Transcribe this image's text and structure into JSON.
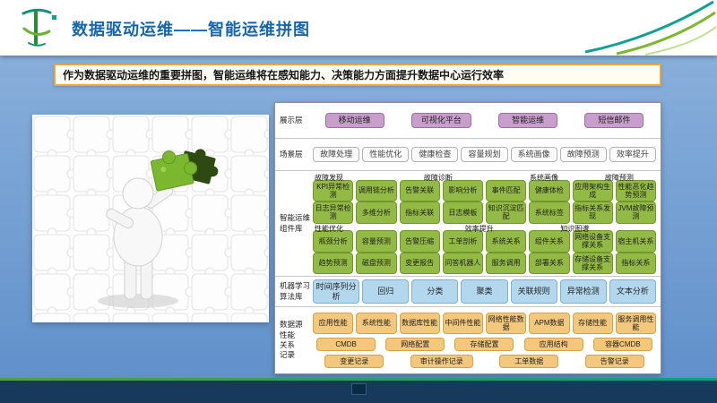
{
  "page": {
    "title": "数据驱动运维——智能运维拼图",
    "subtitle": "作为数据驱动运维的重要拼图，智能运维将在感知能力、决策能力方面提升数据中心运行效率"
  },
  "colors": {
    "title_blue": "#1566aa",
    "bg_top": "#8fb4de",
    "bg_bottom": "#5e8ec9",
    "banner_border": "#e8a93c",
    "banner_bg": "#fffdf2",
    "purple_btn_bg": "#c79fca",
    "purple_btn_border": "#9c6fa3",
    "plain_btn_bg": "#fafafa",
    "plain_btn_border": "#b3b3b3",
    "green_btn_bg": "#92ba45",
    "green_btn_border": "#71962c",
    "blue_btn_bg": "#b3d8ee",
    "blue_btn_border": "#7eb0d5",
    "orange_btn_bg": "#f3c87d",
    "orange_btn_border": "#d7a244",
    "footer_bar": "#16395c",
    "accent_green": "#7cb82f",
    "accent_teal": "#11a091"
  },
  "diagram": {
    "sections": [
      {
        "name": "display",
        "style": "purple",
        "label_lines": [
          "展示层"
        ],
        "rows": [
          {
            "type": "buttons",
            "spread": true,
            "items": [
              "移动运维",
              "可视化平台",
              "智能运维",
              "短信邮件"
            ]
          }
        ]
      },
      {
        "name": "scenario",
        "style": "plain",
        "label_lines": [
          "场景层"
        ],
        "rows": [
          {
            "type": "buttons",
            "items": [
              "故障处理",
              "性能优化",
              "健康检查",
              "容量规划",
              "系统画像",
              "故障预测",
              "效率提升"
            ]
          }
        ]
      },
      {
        "name": "components",
        "style": "green",
        "label_lines": [
          "智能运维",
          "组件库"
        ],
        "rows": [
          {
            "type": "labels",
            "items": [
              {
                "text": "故障发现",
                "left": "0%"
              },
              {
                "text": "故障诊断",
                "left": "32%"
              },
              {
                "text": "系统画像",
                "left": "63%"
              },
              {
                "text": "故障预测",
                "left": "85%"
              }
            ]
          },
          {
            "type": "buttons",
            "items": [
              "KPI异常检测",
              "调用链分析",
              "告警关联",
              "影响分析",
              "事件匹配",
              "健康体检",
              "应用架构生成",
              "性能恶化趋势预测"
            ]
          },
          {
            "type": "buttons",
            "items": [
              "日志异常检测",
              "多维分析",
              "指标关联",
              "日志模板",
              "知识沉淀匹配",
              "系统标签",
              "指标关系发现",
              "JVM故障预测"
            ]
          },
          {
            "type": "labels",
            "items": [
              {
                "text": "性能优化",
                "left": "0%"
              },
              {
                "text": "效率提升",
                "left": "44%"
              },
              {
                "text": "知识图谱",
                "left": "72%"
              }
            ]
          },
          {
            "type": "buttons",
            "items": [
              "瓶颈分析",
              "容量预测",
              "告警压缩",
              "工单剖析",
              "系统关系",
              "组件关系",
              "网络设备支撑关系",
              "宿主机关系"
            ]
          },
          {
            "type": "buttons",
            "items": [
              "趋势预测",
              "磁盘预测",
              "变更报告",
              "问答机器人",
              "服务调用",
              "部署关系",
              "存储设备支撑关系",
              "指标关系"
            ]
          }
        ]
      },
      {
        "name": "algorithms",
        "style": "blue",
        "label_lines": [
          "机器学习",
          "算法库"
        ],
        "rows": [
          {
            "type": "buttons",
            "items": [
              "时间序列分析",
              "回归",
              "分类",
              "聚类",
              "关联规则",
              "异常检测",
              "文本分析"
            ]
          }
        ]
      },
      {
        "name": "datasource",
        "style": "orange",
        "label_lines": [
          "数据源",
          "性能",
          "关系",
          "记录"
        ],
        "rows": [
          {
            "type": "buttons",
            "items": [
              "应用性能",
              "系统性能",
              "数据库性能",
              "中间件性能",
              "网络性能数据",
              "APM数据",
              "存储性能",
              "服务调用性能"
            ]
          },
          {
            "type": "buttons",
            "spread": true,
            "items": [
              "CMDB",
              "网络配置",
              "存储配置",
              "应用结构",
              "容器CMDB"
            ]
          },
          {
            "type": "buttons",
            "spread": true,
            "items": [
              "变更记录",
              "审计操作记录",
              "工单数据",
              "告警记录"
            ]
          }
        ]
      }
    ]
  }
}
